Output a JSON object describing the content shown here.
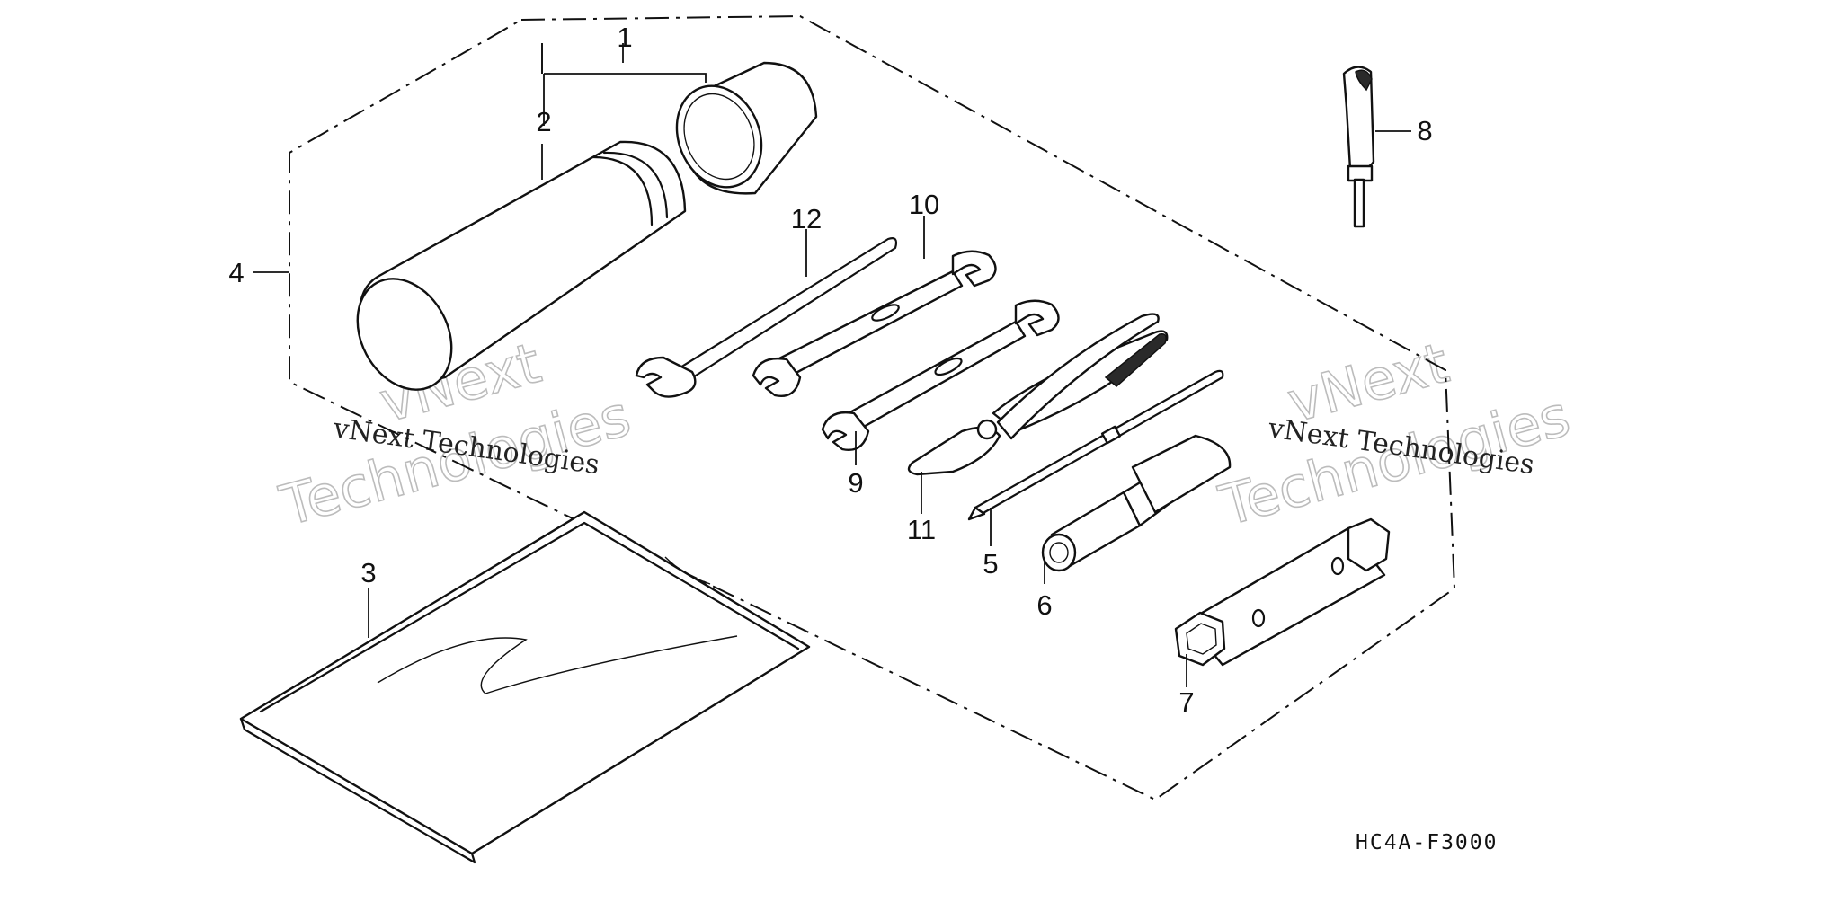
{
  "diagram": {
    "part_code": "HC4A-F3000",
    "callouts": {
      "c1": "1",
      "c2": "2",
      "c3": "3",
      "c4": "4",
      "c5": "5",
      "c6": "6",
      "c7": "7",
      "c8": "8",
      "c9": "9",
      "c10": "10",
      "c11": "11",
      "c12": "12"
    },
    "watermarks": {
      "left_caption": "vNext Technologies",
      "left_big_1": "vNext",
      "left_big_2": "Technologies",
      "right_caption": "vNext Technologies",
      "right_big_1": "vNext",
      "right_big_2": "Technologies"
    }
  }
}
